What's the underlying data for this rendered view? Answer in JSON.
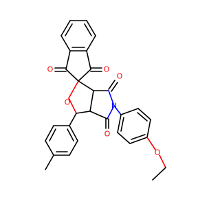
{
  "diagram": {
    "type": "chemical-structure",
    "background": "#ffffff",
    "bond_color": "#000000",
    "element_colors": {
      "O": "#ff0000",
      "N": "#0000ff"
    },
    "atom_labels": {
      "indanone_o_left": "O",
      "indanone_o_right": "O",
      "ring_o": "O",
      "imide_o_upper": "O",
      "imide_o_lower": "O",
      "imide_n": "N",
      "ether_o": "O"
    }
  }
}
